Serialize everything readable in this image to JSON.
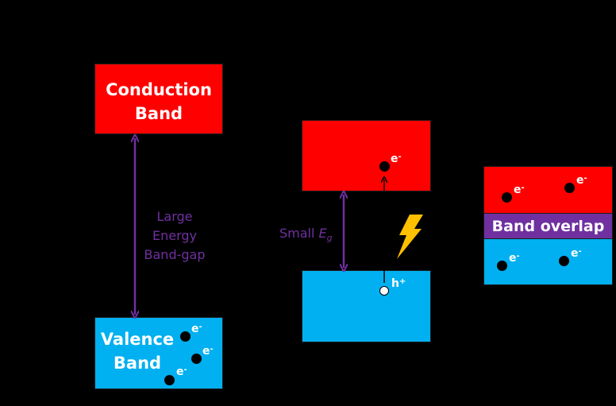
{
  "colors": {
    "background": "#000000",
    "conduction": "#ff0000",
    "valence": "#00b0f0",
    "gap_arrow": "#7030a0",
    "overlap": "#7030a0",
    "lightning": "#ffc000"
  },
  "insulator": {
    "conduction_line1": "Conduction",
    "conduction_line2": "Band",
    "valence_line1": "Valence",
    "valence_line2": "Band",
    "gap_line1": "Large",
    "gap_line2": "Energy",
    "gap_line3": "Band-gap",
    "electron_label": "e",
    "electron_charge": "-"
  },
  "semiconductor": {
    "gap_label_prefix": "Small ",
    "gap_label_symbol": "E",
    "gap_label_subscript": "g",
    "electron_label": "e",
    "electron_charge": "-",
    "hole_label": "h",
    "hole_charge": "+",
    "icons": [
      "lightning-icon",
      "excitation-arrow-icon"
    ]
  },
  "conductor": {
    "overlap_label": "Band overlap",
    "electron_label": "e",
    "electron_charge": "-"
  }
}
